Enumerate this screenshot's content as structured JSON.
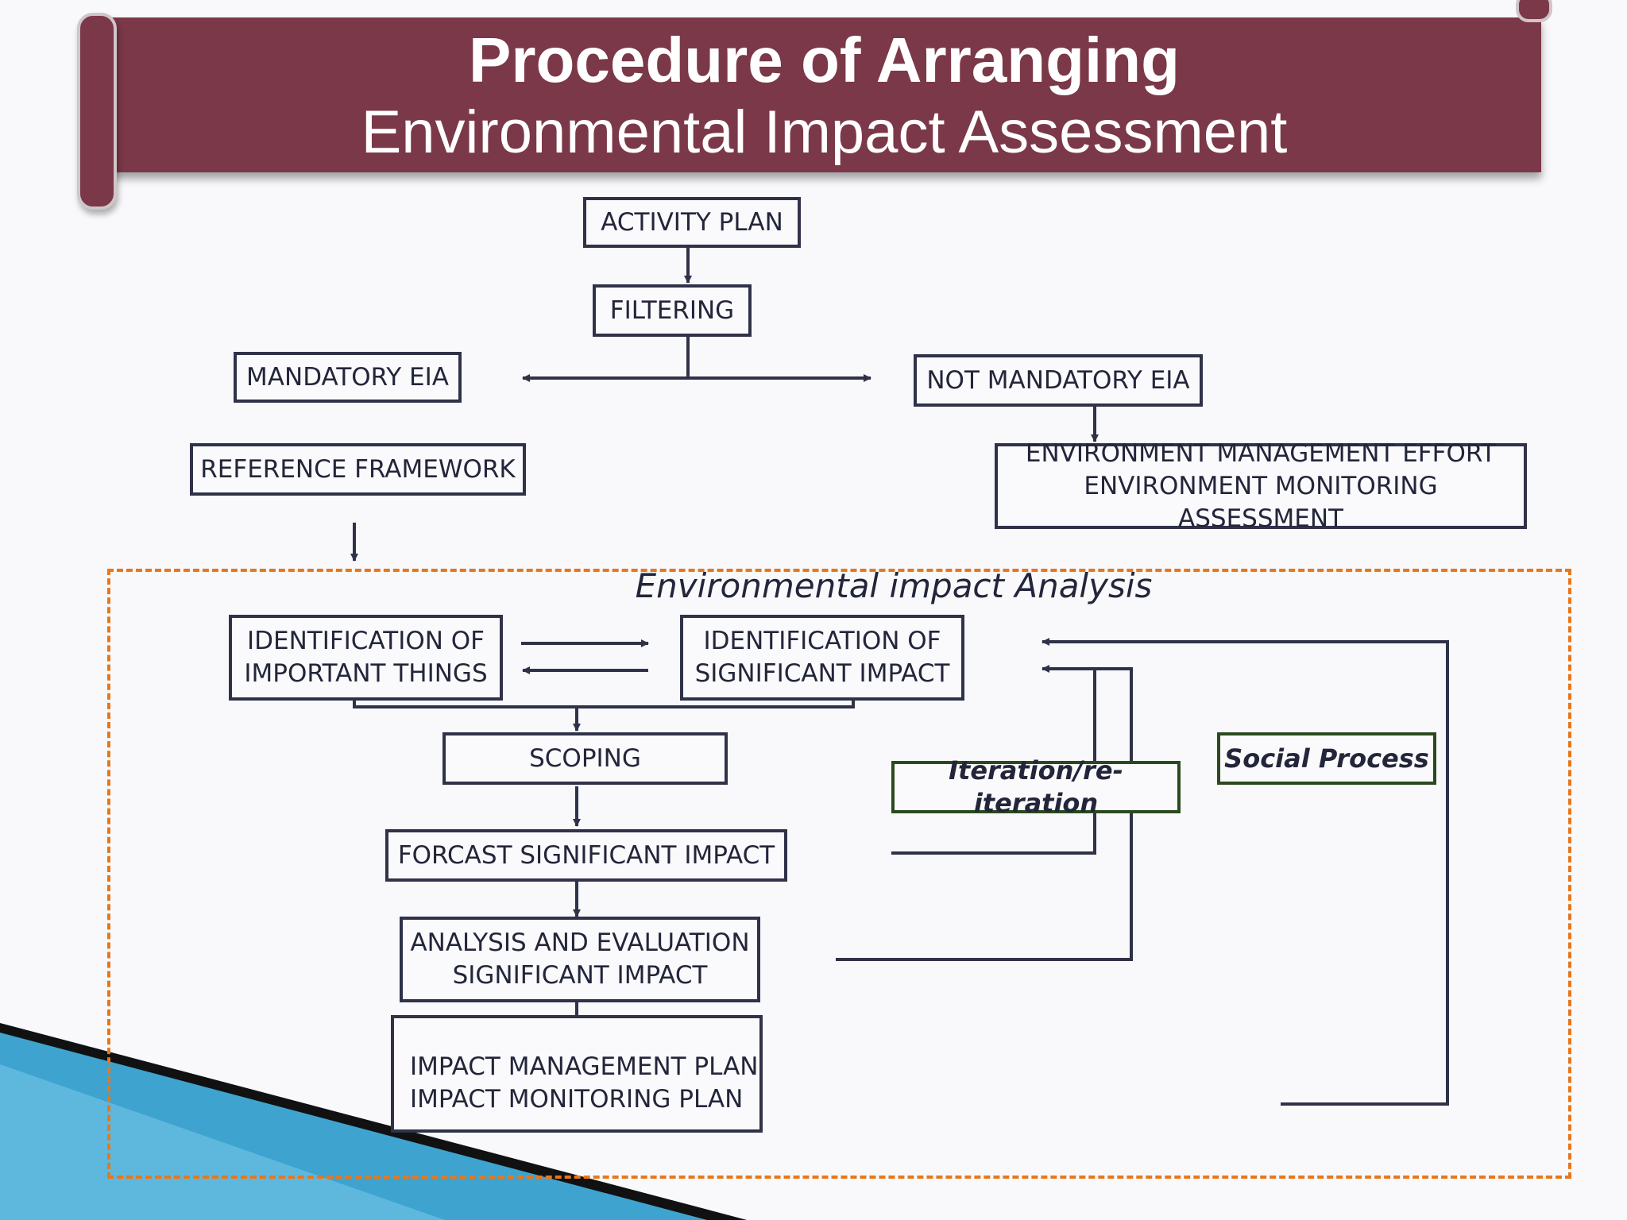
{
  "slide": {
    "title_line1": "Procedure of Arranging",
    "title_line2": "Environmental Impact Assessment",
    "colors": {
      "banner": "#7b3848",
      "box_border": "#2f3248",
      "frame_dash": "#e8771c",
      "label_border": "#2a4a1e",
      "corner_accent": "#3ea3cf"
    }
  },
  "diagram": {
    "frame_label": "Environmental impact Analysis",
    "nodes": {
      "activity_plan": "ACTIVITY PLAN",
      "filtering": "FILTERING",
      "mandatory_eia": "MANDATORY EIA",
      "not_mandatory_eia": "NOT MANDATORY EIA",
      "reference_framework": "REFERENCE FRAMEWORK",
      "env_management": "ENVIRONMENT MANAGEMENT EFFORT\nENVIRONMENT MONITORING ASSESSMENT",
      "id_important": "IDENTIFICATION OF\nIMPORTANT THINGS",
      "id_significant": "IDENTIFICATION OF\nSIGNIFICANT IMPACT",
      "scoping": "SCOPING",
      "forecast": "FORCAST SIGNIFICANT IMPACT",
      "analysis": "ANALYSIS AND EVALUATION\nSIGNIFICANT IMPACT",
      "impact_plan": "IMPACT MANAGEMENT PLAN\nIMPACT MONITORING PLAN"
    },
    "labels": {
      "iteration": "Iteration/re-iteration",
      "social": "Social Process"
    }
  }
}
